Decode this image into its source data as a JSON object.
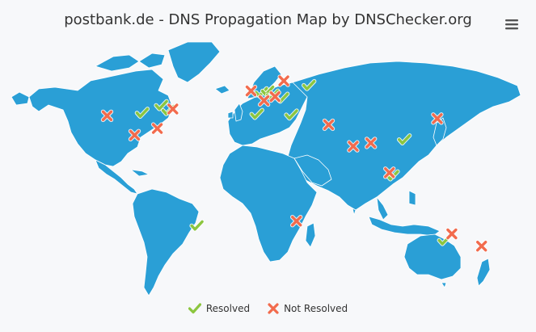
{
  "title": "postbank.de - DNS Propagation Map by DNSChecker.org",
  "menu_icon": "hamburger-menu-icon",
  "colors": {
    "land": "#2a9fd6",
    "land_border": "#ffffff",
    "background": "#f7f8fa",
    "resolved": "#8cc63f",
    "not_resolved": "#f26b4d"
  },
  "legend": {
    "resolved_label": "Resolved",
    "not_resolved_label": "Not Resolved"
  },
  "servers": [
    {
      "status": "resolved",
      "lat": 40.7,
      "lon": -74.0
    },
    {
      "status": "resolved",
      "lat": 43.7,
      "lon": -79.4
    },
    {
      "status": "resolved",
      "lat": 39.1,
      "lon": -94.6
    },
    {
      "status": "resolved",
      "lat": 51.5,
      "lon": -0.1
    },
    {
      "status": "resolved",
      "lat": 52.4,
      "lon": 4.9
    },
    {
      "status": "resolved",
      "lat": 50.1,
      "lon": 8.7
    },
    {
      "status": "resolved",
      "lat": 48.2,
      "lon": 16.4
    },
    {
      "status": "resolved",
      "lat": 55.8,
      "lon": 37.6
    },
    {
      "status": "resolved",
      "lat": 38.4,
      "lon": -3.7
    },
    {
      "status": "resolved",
      "lat": 38.0,
      "lon": 23.7
    },
    {
      "status": "resolved",
      "lat": 23.0,
      "lon": 113.3
    },
    {
      "status": "resolved",
      "lat": 1.3,
      "lon": 103.8
    },
    {
      "status": "resolved",
      "lat": -29.0,
      "lon": -51.2
    },
    {
      "status": "resolved",
      "lat": -37.8,
      "lon": 145.0
    },
    {
      "status": "not_resolved",
      "lat": 37.4,
      "lon": -122.1
    },
    {
      "status": "not_resolved",
      "lat": 41.5,
      "lon": -70.0
    },
    {
      "status": "not_resolved",
      "lat": 25.7,
      "lon": -100.3
    },
    {
      "status": "not_resolved",
      "lat": 29.7,
      "lon": -82.3
    },
    {
      "status": "not_resolved",
      "lat": 52.4,
      "lon": -8.0
    },
    {
      "status": "not_resolved",
      "lat": 46.6,
      "lon": 2.3
    },
    {
      "status": "not_resolved",
      "lat": 58.5,
      "lon": 18.0
    },
    {
      "status": "not_resolved",
      "lat": 49.0,
      "lon": 11.0
    },
    {
      "status": "not_resolved",
      "lat": 32.0,
      "lon": 53.5
    },
    {
      "status": "not_resolved",
      "lat": 19.0,
      "lon": 73.0
    },
    {
      "status": "not_resolved",
      "lat": 21.0,
      "lon": 87.0
    },
    {
      "status": "not_resolved",
      "lat": 35.7,
      "lon": 139.7
    },
    {
      "status": "not_resolved",
      "lat": 3.0,
      "lon": 101.7
    },
    {
      "status": "not_resolved",
      "lat": -26.2,
      "lon": 28.0
    },
    {
      "status": "not_resolved",
      "lat": -33.9,
      "lon": 151.2
    },
    {
      "status": "not_resolved",
      "lat": -41.3,
      "lon": 174.8
    }
  ]
}
